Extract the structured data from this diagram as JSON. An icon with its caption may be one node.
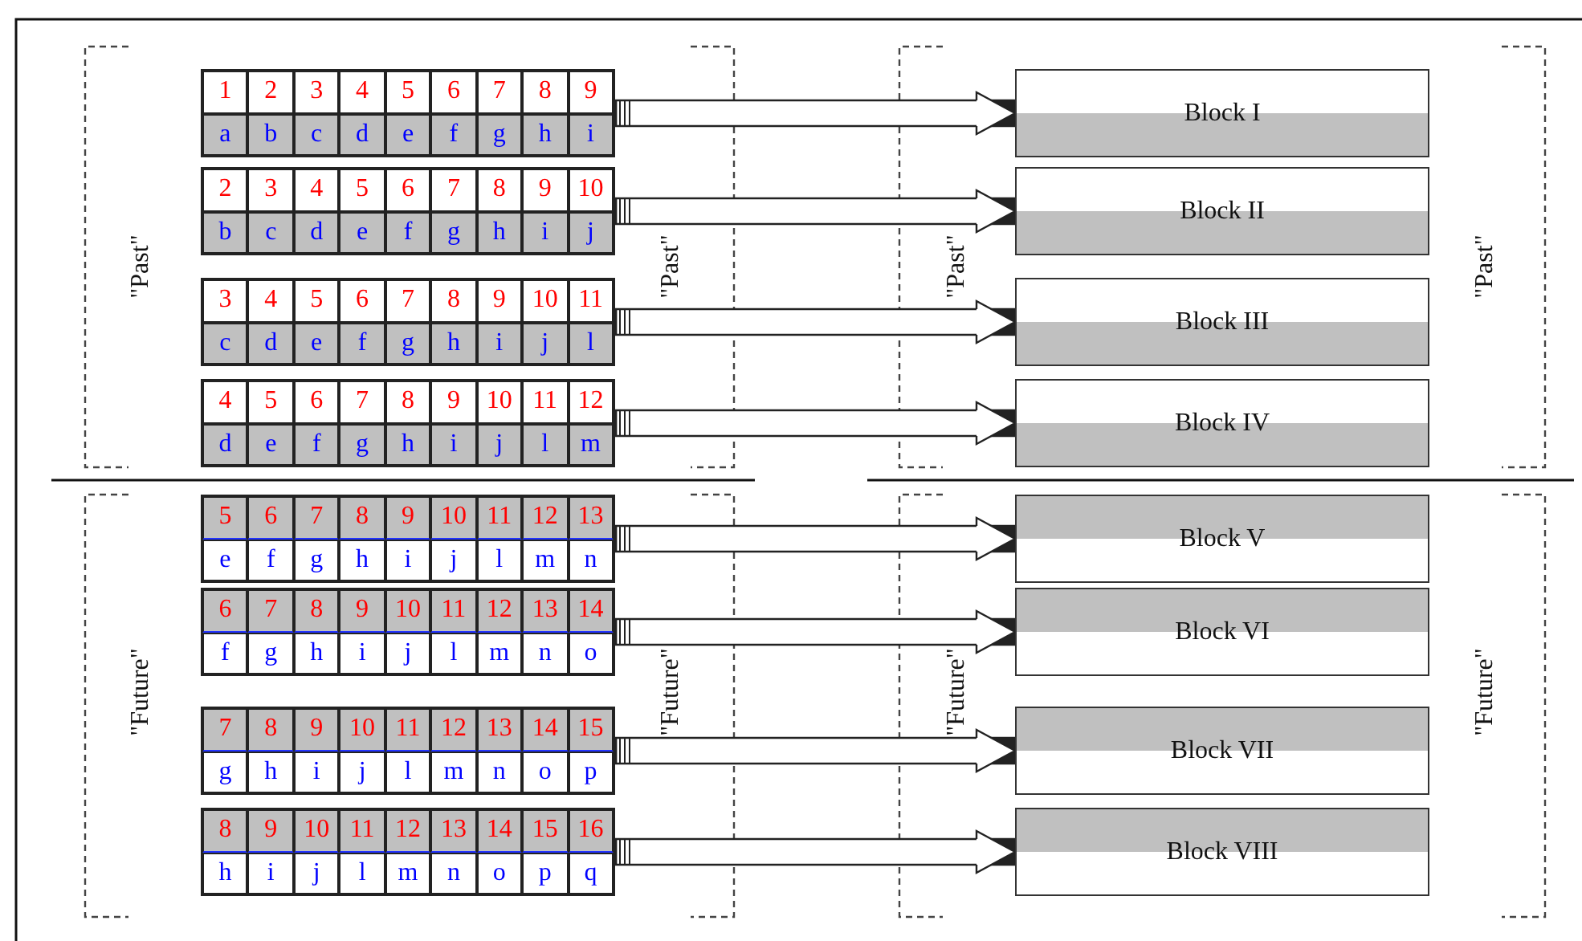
{
  "diagram": {
    "nodes": [
      {
        "text": [
          "1",
          "2",
          "3",
          "4",
          "5",
          "6",
          "7",
          "8",
          "9",
          "a",
          "b",
          "c",
          "d",
          "e",
          "f",
          "g",
          "h",
          "i"
        ]
      },
      {
        "text": [
          "Block I"
        ]
      },
      {
        "text": [
          "2",
          "3",
          "4",
          "5",
          "6",
          "7",
          "8",
          "9",
          "10",
          "b",
          "c",
          "d",
          "e",
          "f",
          "g",
          "h",
          "i",
          "j"
        ]
      },
      {
        "text": [
          "Block II"
        ]
      },
      {
        "text": [
          "3",
          "4",
          "5",
          "6",
          "7",
          "8",
          "9",
          "10",
          "11",
          "c",
          "d",
          "e",
          "f",
          "g",
          "h",
          "i",
          "j",
          "l"
        ]
      },
      {
        "text": [
          "Block III"
        ]
      },
      {
        "text": [
          "4",
          "5",
          "6",
          "7",
          "8",
          "9",
          "10",
          "11",
          "12",
          "d",
          "e",
          "f",
          "g",
          "h",
          "i",
          "j",
          "l",
          "m"
        ]
      },
      {
        "text": [
          "Block IV"
        ]
      },
      {
        "text": [
          "5",
          "6",
          "7",
          "8",
          "9",
          "10",
          "11",
          "12",
          "13",
          "e",
          "f",
          "g",
          "h",
          "i",
          "j",
          "l",
          "m",
          "n"
        ]
      },
      {
        "text": [
          "Block V"
        ]
      },
      {
        "text": [
          "6",
          "7",
          "8",
          "9",
          "10",
          "11",
          "12",
          "13",
          "14",
          "f",
          "g",
          "h",
          "i",
          "j",
          "l",
          "m",
          "n",
          "o"
        ]
      },
      {
        "text": [
          "Block VI"
        ]
      },
      {
        "text": [
          "7",
          "8",
          "9",
          "10",
          "11",
          "12",
          "13",
          "14",
          "15",
          "g",
          "h",
          "i",
          "j",
          "l",
          "m",
          "n",
          "o",
          "p"
        ]
      },
      {
        "text": [
          "Block VII"
        ]
      },
      {
        "text": [
          "8",
          "9",
          "10",
          "11",
          "12",
          "13",
          "14",
          "15",
          "16",
          "h",
          "i",
          "j",
          "l",
          "m",
          "n",
          "o",
          "p",
          "q"
        ]
      },
      {
        "text": [
          "Block VIII"
        ]
      }
    ],
    "edges": [
      {
        "from": 0,
        "to": 1,
        "arrow": "to"
      },
      {
        "from": 2,
        "to": 3,
        "arrow": "to"
      },
      {
        "from": 4,
        "to": 5,
        "arrow": "to"
      },
      {
        "from": 6,
        "to": 7,
        "arrow": "to"
      },
      {
        "from": 8,
        "to": 9,
        "arrow": "to"
      },
      {
        "from": 10,
        "to": 11,
        "arrow": "to"
      },
      {
        "from": 12,
        "to": 13,
        "arrow": "to"
      },
      {
        "from": 14,
        "to": 15,
        "arrow": "to"
      }
    ],
    "labels": [
      "\"Past\"",
      "\"Past\"",
      "\"Past\"",
      "\"Past\"",
      "\"Future\"",
      "\"Future\"",
      "\"Future\"",
      "\"Future\""
    ]
  }
}
